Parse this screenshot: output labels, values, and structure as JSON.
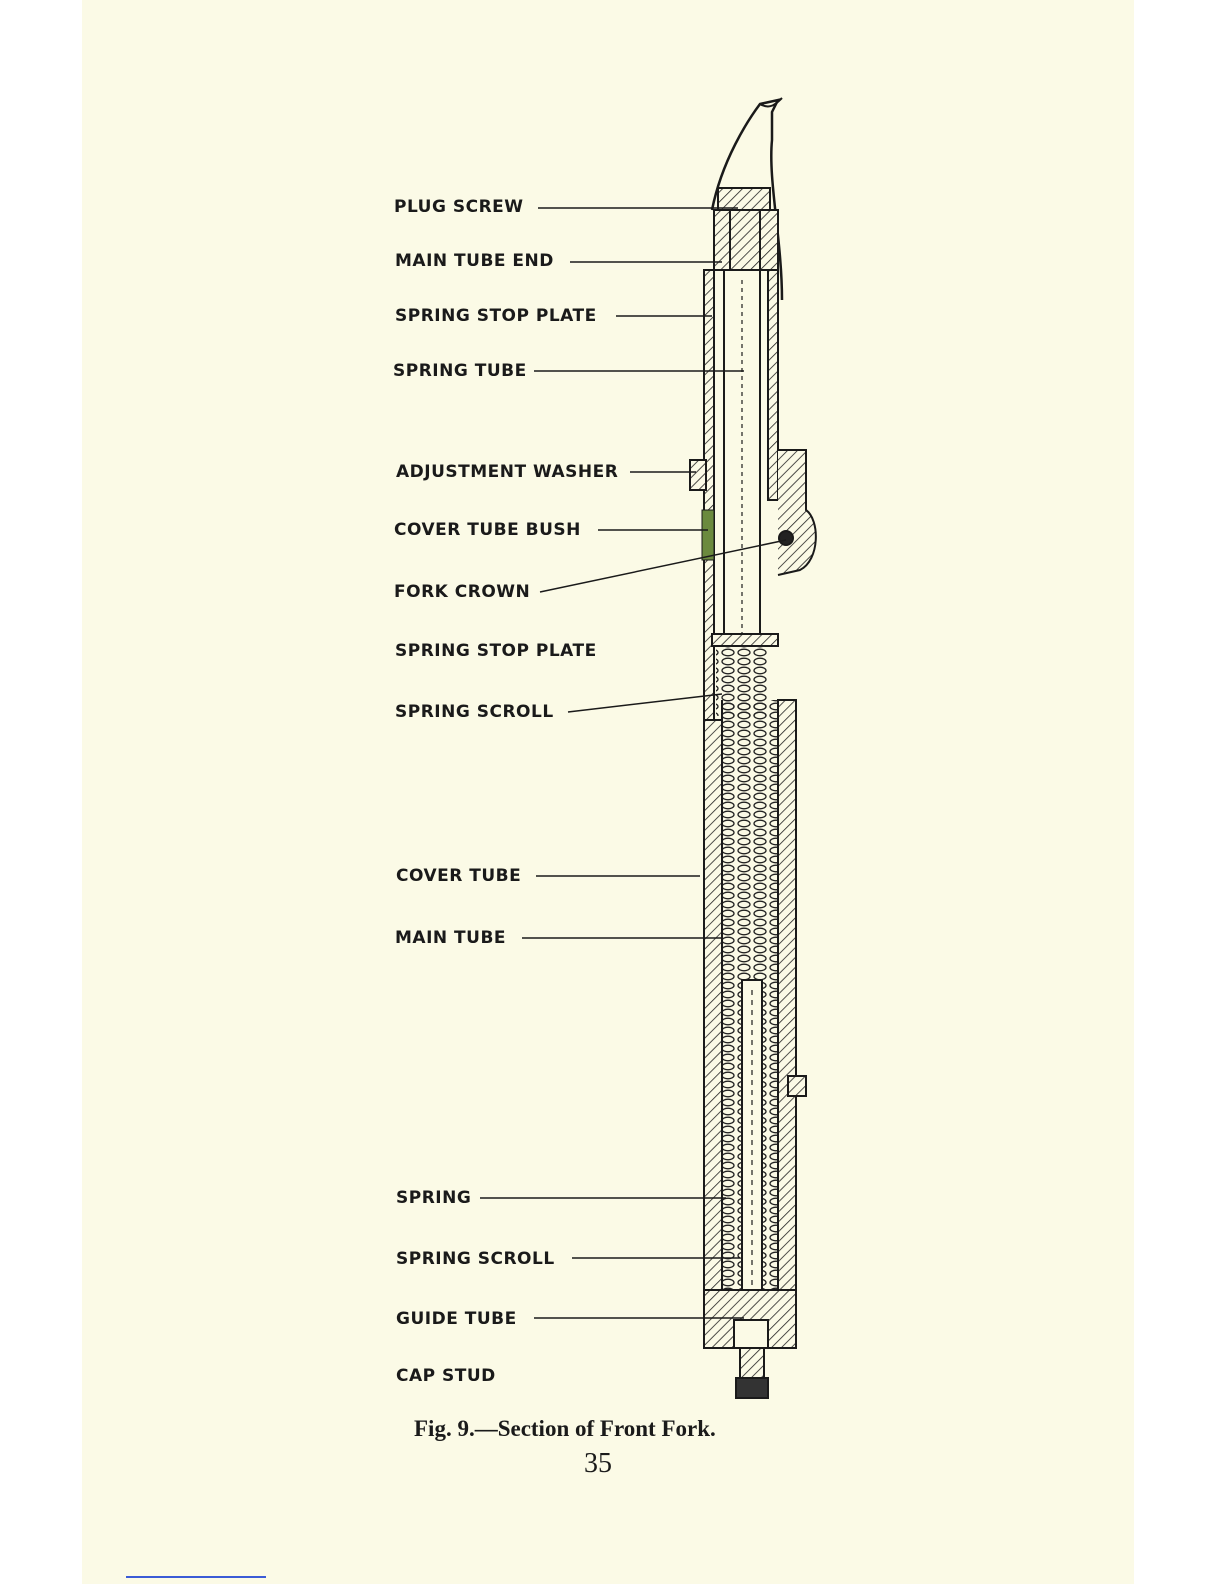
{
  "figure": {
    "labels": [
      "PLUG SCREW",
      "MAIN TUBE END",
      "SPRING STOP PLATE",
      "SPRING TUBE",
      "ADJUSTMENT WASHER",
      "COVER TUBE BUSH",
      "FORK CROWN",
      "SPRING STOP PLATE",
      "SPRING SCROLL",
      "COVER TUBE",
      "MAIN TUBE",
      "SPRING",
      "SPRING SCROLL",
      "GUIDE TUBE",
      "CAP STUD"
    ],
    "caption": "Fig. 9.—Section of Front Fork.",
    "page_number": "35"
  },
  "colors": {
    "paper": "#fbfae6",
    "ink": "#1a1a1a"
  }
}
